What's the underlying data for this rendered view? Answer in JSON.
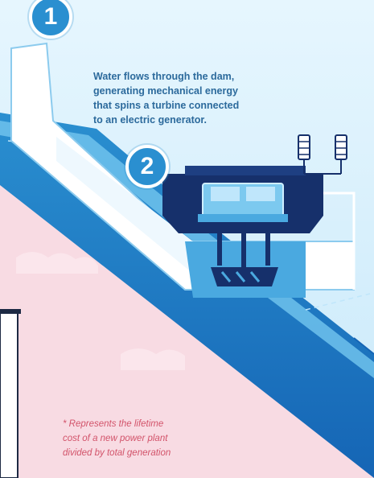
{
  "steps": [
    {
      "number": "1"
    },
    {
      "number": "2"
    }
  ],
  "description": {
    "lines": [
      "Water flows through the dam,",
      "generating mechanical energy",
      "that spins a turbine connected",
      "to an electric generator."
    ]
  },
  "footnote": {
    "lines": [
      "* Represents the lifetime",
      "cost of a new power plant",
      "divided by total generation"
    ]
  },
  "colors": {
    "water_dark": "#1565b5",
    "water_mid": "#2a8fd0",
    "water_light": "#6fc2ec",
    "sky": "#d9f0fc",
    "land_pink": "#f8dbe3",
    "generator_navy": "#16306b",
    "accent_text": "#2c6a9c",
    "footnote_text": "#d2536a"
  }
}
